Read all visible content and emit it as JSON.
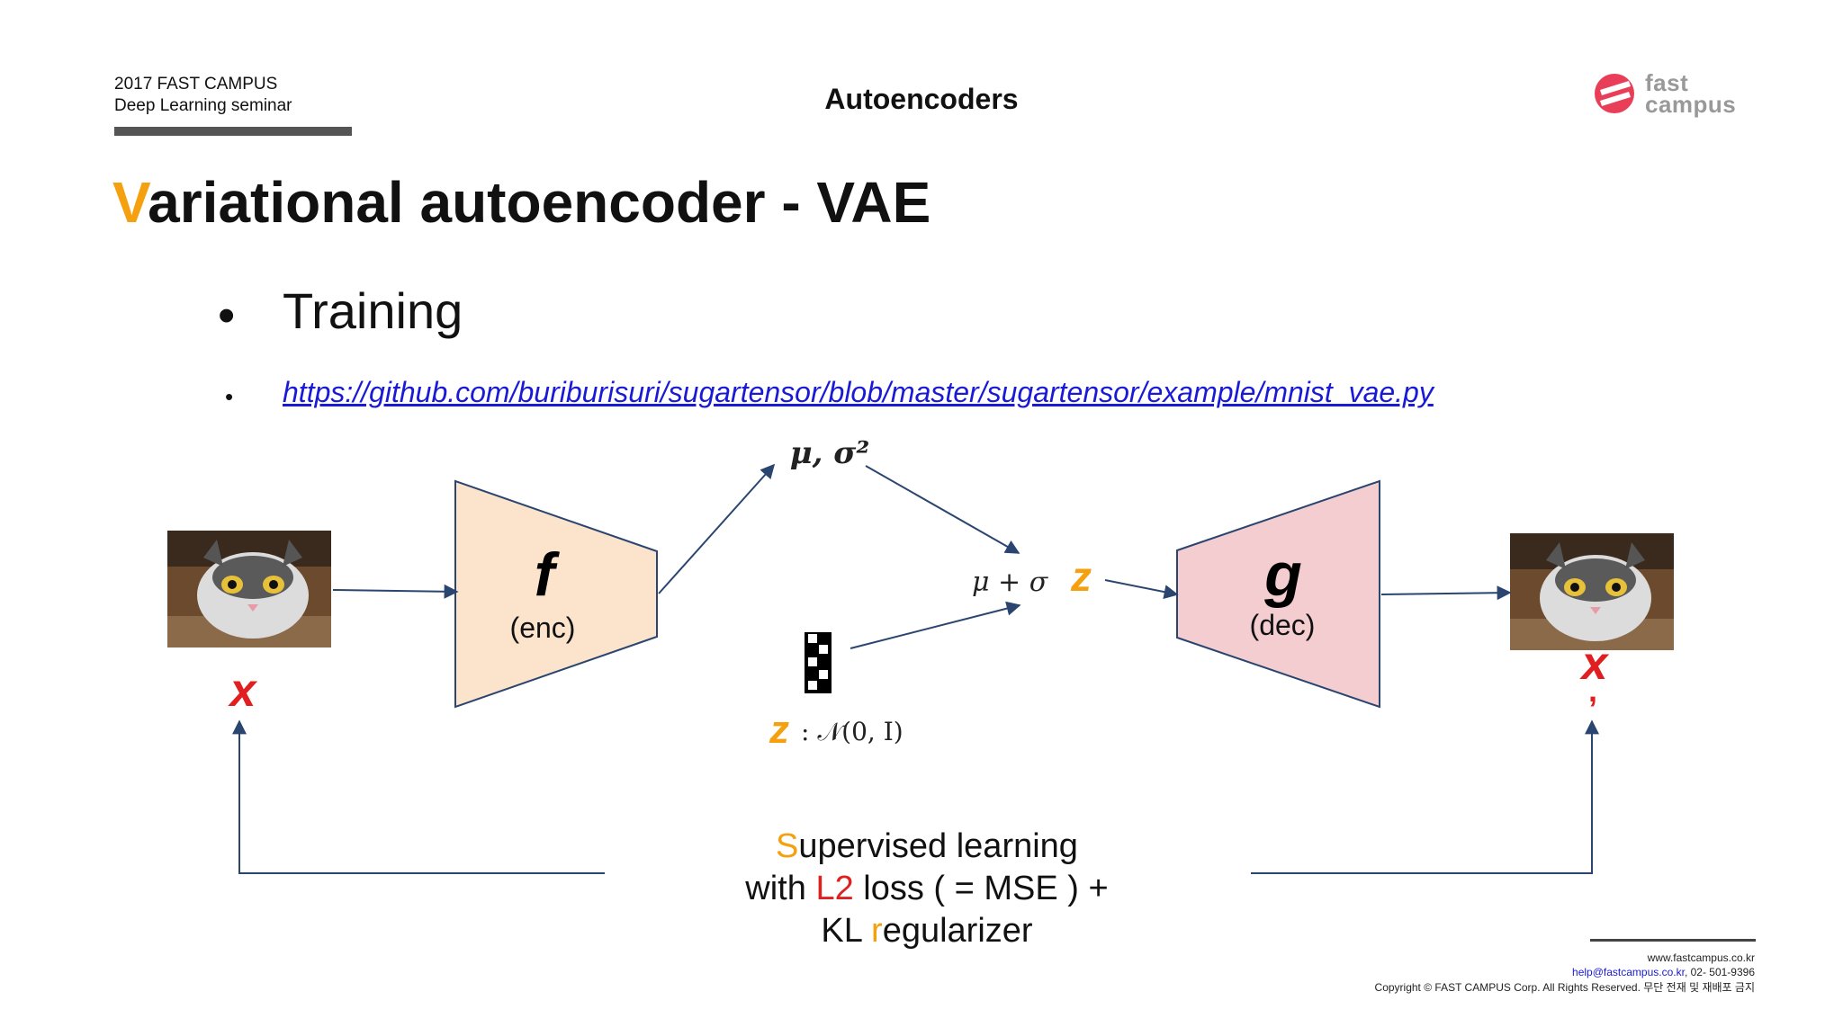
{
  "header": {
    "org_line1": "2017 FAST CAMPUS",
    "org_line2": "Deep Learning seminar",
    "title": "Autoencoders",
    "logo_line1": "fast",
    "logo_line2": "campus"
  },
  "slide": {
    "title_first_letter": "V",
    "title_rest": "ariational autoencoder - VAE",
    "bullets": [
      {
        "marker": "•",
        "text": "Training"
      },
      {
        "marker": "•",
        "text": "https://github.com/buriburisuri/sugartensor/blob/master/sugartensor/example/mnist_vae.py"
      }
    ]
  },
  "diagram": {
    "encoder_symbol": "f",
    "encoder_label": "(enc)",
    "decoder_symbol": "g",
    "decoder_label": "(dec)",
    "params_label": "μ, σ²",
    "sample_mu_sigma": "μ + σ",
    "sample_z": "z",
    "noise_z": "z",
    "noise_dist": ": 𝒩(0, I)",
    "input_label": "x",
    "output_label": "x",
    "output_prime": ",",
    "caption": {
      "line1_hl": "S",
      "line1_rest": "upervised learning",
      "line2_pre": "with ",
      "line2_hl": "L2",
      "line2_post": " loss ( = MSE ) +",
      "line3_pre": "KL ",
      "line3_hl": "r",
      "line3_post": "egularizer"
    }
  },
  "footer": {
    "site": "www.fastcampus.co.kr",
    "email": "help@fastcampus.co.kr",
    "phone": ", 02- 501-9396",
    "copyright": "Copyright © FAST CAMPUS Corp.  All Rights Reserved. 무단 전재 및 재배포 금지"
  },
  "colors": {
    "accent_orange": "#f5a00e",
    "accent_red": "#e02020",
    "link_blue": "#1a1ad6",
    "encoder_fill": "#fce4cc",
    "decoder_fill": "#f3cdd0",
    "arrow_navy": "#2a4570"
  }
}
